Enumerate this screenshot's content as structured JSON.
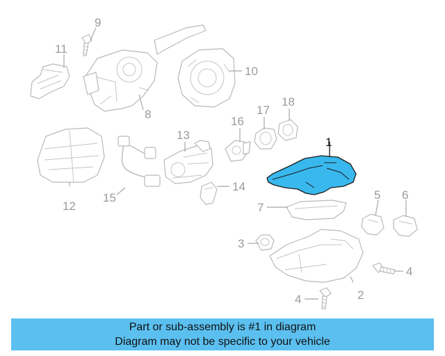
{
  "diagram": {
    "highlighted_part": "1",
    "labels": {
      "p1": "1",
      "p2": "2",
      "p3": "3",
      "p4a": "4",
      "p4b": "4",
      "p5": "5",
      "p6": "6",
      "p7": "7",
      "p8": "8",
      "p9": "9",
      "p10": "10",
      "p11": "11",
      "p12": "12",
      "p13": "13",
      "p14": "14",
      "p15": "15",
      "p16": "16",
      "p17": "17",
      "p18": "18"
    },
    "colors": {
      "highlight": "#39b8ee",
      "banner": "#5bc0f0",
      "part_outline": "#b9b9b9"
    }
  },
  "banner": {
    "line1": "Part or sub-assembly is #1 in diagram",
    "line2": "Diagram may not be specific to your vehicle"
  }
}
